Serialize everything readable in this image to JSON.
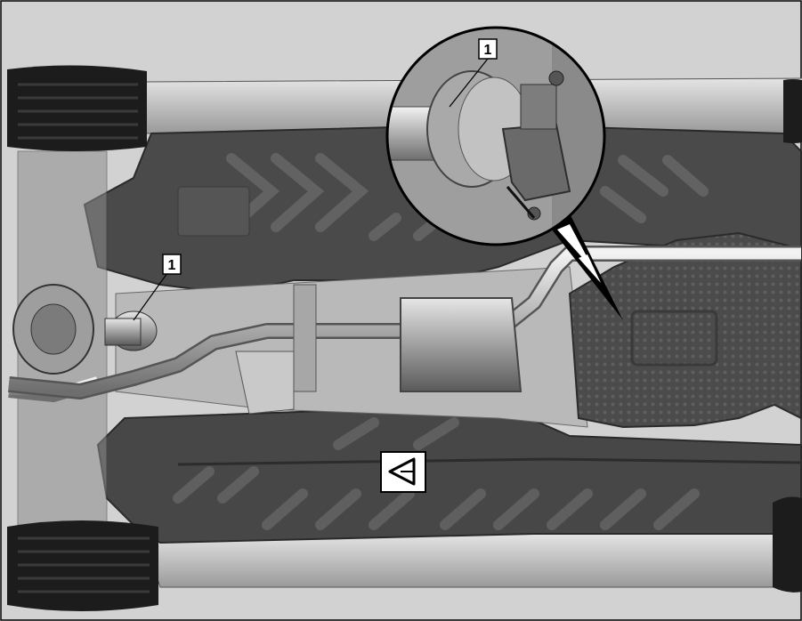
{
  "callouts": {
    "main_label": "1",
    "detail_label": "1"
  },
  "symbol": {
    "name": "vehicle-front-direction-symbol",
    "glyph": "◁"
  },
  "colors": {
    "background": "#d4d4d4",
    "panel": "#4a4a4a",
    "panel_dark": "#353535",
    "metal": "#a8a8a8",
    "tire": "#1b1b1b",
    "callout_bg": "#ffffff",
    "callout_border": "#000000"
  }
}
